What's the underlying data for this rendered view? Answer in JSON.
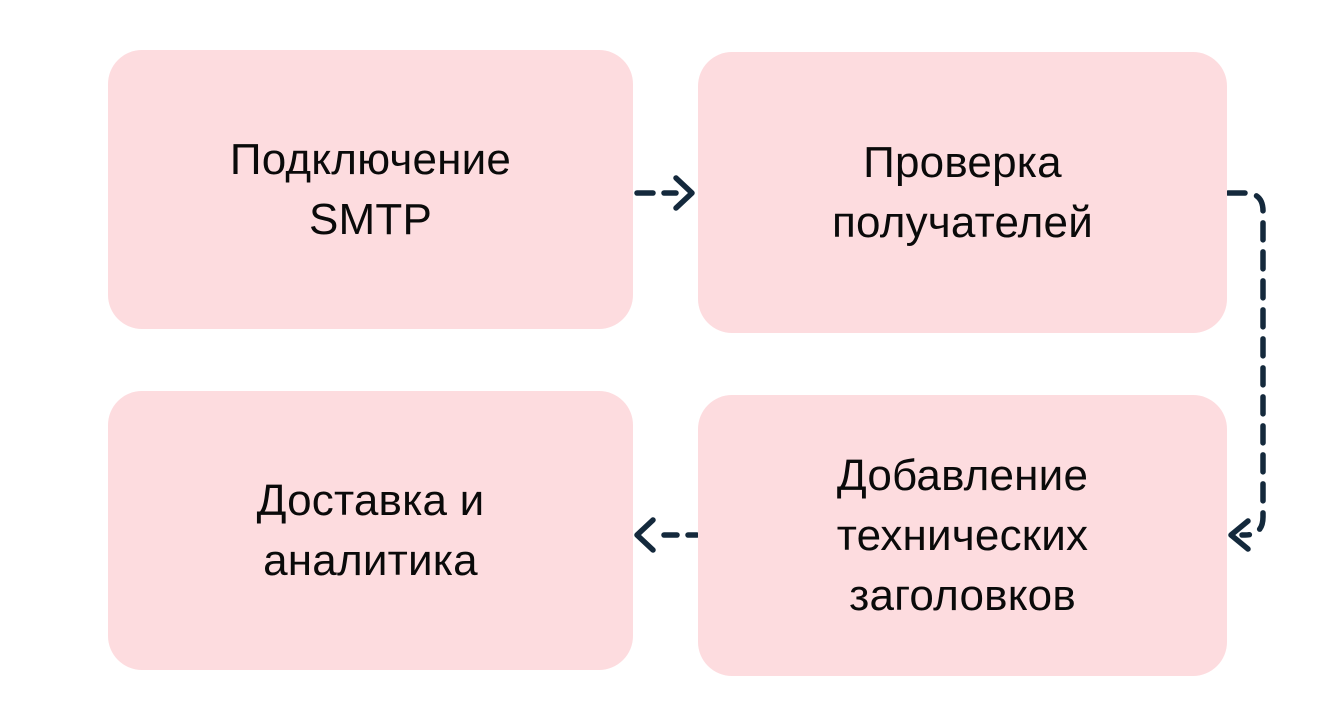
{
  "diagram": {
    "steps": [
      {
        "id": "smtp-connection",
        "label": "Подключение\nSMTP"
      },
      {
        "id": "recipient-check",
        "label": "Проверка\nполучателей"
      },
      {
        "id": "technical-headers",
        "label": "Добавление\nтехнических\nзаголовков"
      },
      {
        "id": "delivery-analytics",
        "label": "Доставка и\nаналитика"
      }
    ],
    "connections": [
      {
        "from": "smtp-connection",
        "to": "recipient-check",
        "style": "dashed",
        "direction": "right"
      },
      {
        "from": "recipient-check",
        "to": "technical-headers",
        "style": "dashed",
        "direction": "down-then-left"
      },
      {
        "from": "technical-headers",
        "to": "delivery-analytics",
        "style": "dashed",
        "direction": "left"
      }
    ]
  },
  "colors": {
    "background": "#ffffff",
    "box_fill": "#fddcdf",
    "arrow": "#14293c",
    "text": "#0a0a0a"
  }
}
